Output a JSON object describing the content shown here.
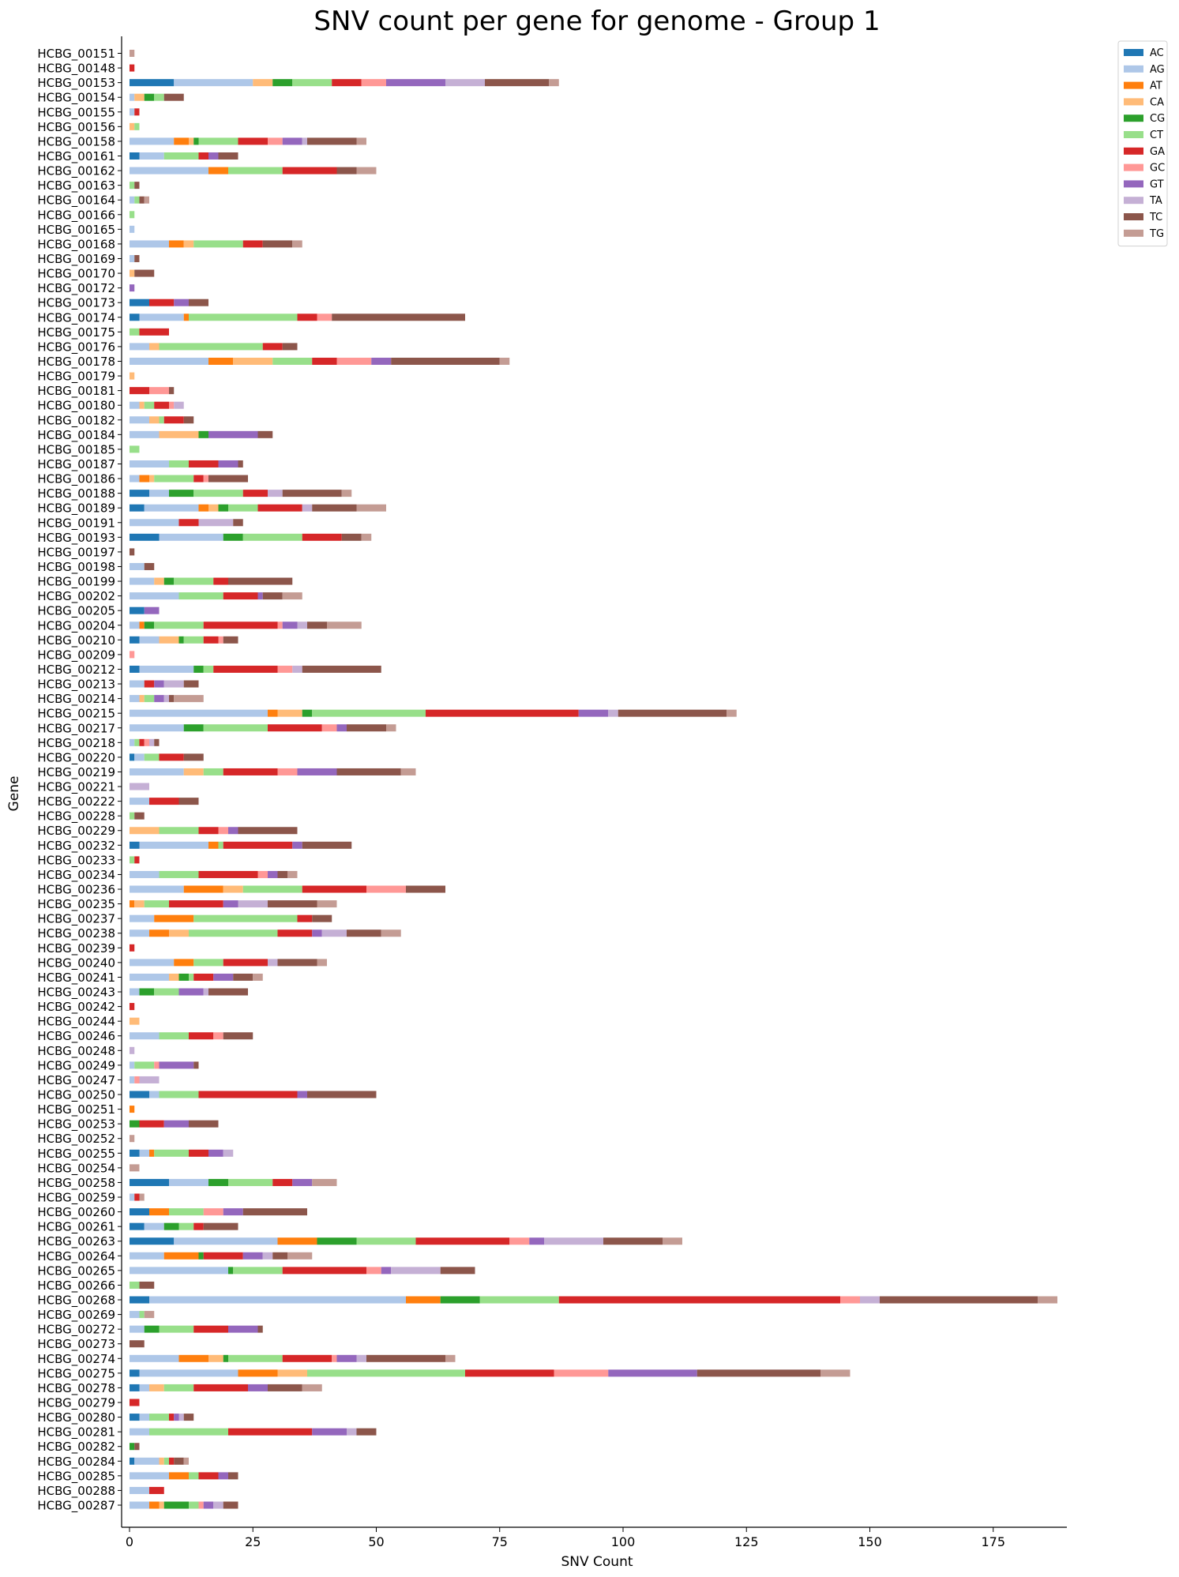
{
  "chart_data": {
    "type": "bar",
    "orientation": "horizontal",
    "stacked": true,
    "title": "SNV count per gene for genome - Group 1",
    "xlabel": "SNV Count",
    "ylabel": "Gene",
    "xlim": [
      -1.5,
      189
    ],
    "xticks": [
      0,
      25,
      50,
      75,
      100,
      125,
      150,
      175
    ],
    "grid": false,
    "legend_position": "top-right-outside",
    "series_order": [
      "AC",
      "AG",
      "AT",
      "CA",
      "CG",
      "CT",
      "GA",
      "GC",
      "GT",
      "TA",
      "TC",
      "TG"
    ],
    "colors": {
      "AC": "#1f77b4",
      "AG": "#aec7e8",
      "AT": "#ff7f0e",
      "CA": "#ffbb78",
      "CG": "#2ca02c",
      "CT": "#98df8a",
      "GA": "#d62728",
      "GC": "#ff9896",
      "GT": "#9467bd",
      "TA": "#c5b0d5",
      "TC": "#8c564b",
      "TG": "#c49c94"
    },
    "genes": [
      {
        "name": "HCBG_00151",
        "counts": {
          "TG": 1
        }
      },
      {
        "name": "HCBG_00148",
        "counts": {
          "GA": 1
        }
      },
      {
        "name": "HCBG_00153",
        "counts": {
          "AC": 9,
          "AG": 16,
          "CA": 4,
          "CG": 4,
          "CT": 8,
          "GA": 6,
          "GC": 5,
          "GT": 12,
          "TA": 8,
          "TC": 13,
          "TG": 2
        }
      },
      {
        "name": "HCBG_00154",
        "counts": {
          "AG": 1,
          "CA": 2,
          "CG": 2,
          "CT": 2,
          "TC": 4
        }
      },
      {
        "name": "HCBG_00155",
        "counts": {
          "AG": 1,
          "GA": 1
        }
      },
      {
        "name": "HCBG_00156",
        "counts": {
          "CA": 1,
          "CT": 1
        }
      },
      {
        "name": "HCBG_00158",
        "counts": {
          "AG": 9,
          "AT": 3,
          "CA": 1,
          "CG": 1,
          "CT": 8,
          "GA": 6,
          "GC": 3,
          "GT": 4,
          "TA": 1,
          "TC": 10,
          "TG": 2
        }
      },
      {
        "name": "HCBG_00161",
        "counts": {
          "AC": 2,
          "AG": 5,
          "CT": 7,
          "GA": 2,
          "GT": 2,
          "TC": 4
        }
      },
      {
        "name": "HCBG_00162",
        "counts": {
          "AG": 16,
          "AT": 4,
          "CT": 11,
          "GA": 11,
          "TC": 4,
          "TG": 4
        }
      },
      {
        "name": "HCBG_00163",
        "counts": {
          "CT": 1,
          "TC": 1
        }
      },
      {
        "name": "HCBG_00164",
        "counts": {
          "AG": 1,
          "CT": 1,
          "TC": 1,
          "TG": 1
        }
      },
      {
        "name": "HCBG_00166",
        "counts": {
          "CT": 1
        }
      },
      {
        "name": "HCBG_00165",
        "counts": {
          "AG": 1
        }
      },
      {
        "name": "HCBG_00168",
        "counts": {
          "AG": 8,
          "AT": 3,
          "CA": 2,
          "CT": 10,
          "GA": 4,
          "TC": 6,
          "TG": 2
        }
      },
      {
        "name": "HCBG_00169",
        "counts": {
          "AG": 1,
          "TC": 1
        }
      },
      {
        "name": "HCBG_00170",
        "counts": {
          "CA": 1,
          "TC": 4
        }
      },
      {
        "name": "HCBG_00172",
        "counts": {
          "GT": 1
        }
      },
      {
        "name": "HCBG_00173",
        "counts": {
          "AC": 4,
          "GA": 5,
          "GT": 3,
          "TC": 4
        }
      },
      {
        "name": "HCBG_00174",
        "counts": {
          "AC": 2,
          "AG": 9,
          "AT": 1,
          "CT": 22,
          "GA": 4,
          "GC": 3,
          "TC": 27
        }
      },
      {
        "name": "HCBG_00175",
        "counts": {
          "CT": 2,
          "GA": 6
        }
      },
      {
        "name": "HCBG_00176",
        "counts": {
          "AG": 4,
          "CA": 2,
          "CT": 21,
          "GA": 4,
          "TC": 3
        }
      },
      {
        "name": "HCBG_00178",
        "counts": {
          "AG": 16,
          "AT": 5,
          "CA": 8,
          "CT": 8,
          "GA": 5,
          "GC": 7,
          "GT": 4,
          "TC": 22,
          "TG": 2
        }
      },
      {
        "name": "HCBG_00179",
        "counts": {
          "CA": 1
        }
      },
      {
        "name": "HCBG_00181",
        "counts": {
          "GA": 4,
          "GC": 4,
          "TC": 1
        }
      },
      {
        "name": "HCBG_00180",
        "counts": {
          "AG": 2,
          "CA": 1,
          "CT": 2,
          "GA": 3,
          "GC": 1,
          "TA": 2
        }
      },
      {
        "name": "HCBG_00182",
        "counts": {
          "AG": 4,
          "CA": 2,
          "CT": 1,
          "GA": 4,
          "TC": 2
        }
      },
      {
        "name": "HCBG_00184",
        "counts": {
          "AG": 6,
          "CA": 8,
          "CG": 2,
          "GT": 10,
          "TC": 3
        }
      },
      {
        "name": "HCBG_00185",
        "counts": {
          "CT": 2
        }
      },
      {
        "name": "HCBG_00187",
        "counts": {
          "AG": 8,
          "CT": 4,
          "GA": 6,
          "GT": 4,
          "TC": 1
        }
      },
      {
        "name": "HCBG_00186",
        "counts": {
          "AG": 2,
          "AT": 2,
          "CA": 1,
          "CT": 8,
          "GA": 2,
          "GC": 1,
          "TC": 8
        }
      },
      {
        "name": "HCBG_00188",
        "counts": {
          "AC": 4,
          "AG": 4,
          "CG": 5,
          "CT": 10,
          "GA": 5,
          "TA": 3,
          "TC": 12,
          "TG": 2
        }
      },
      {
        "name": "HCBG_00189",
        "counts": {
          "AC": 3,
          "AG": 11,
          "AT": 2,
          "CA": 2,
          "CG": 2,
          "CT": 6,
          "GA": 9,
          "TA": 2,
          "TC": 9,
          "TG": 6
        }
      },
      {
        "name": "HCBG_00191",
        "counts": {
          "AG": 10,
          "GA": 4,
          "TA": 7,
          "TC": 2
        }
      },
      {
        "name": "HCBG_00193",
        "counts": {
          "AC": 6,
          "AG": 13,
          "CG": 4,
          "CT": 12,
          "GA": 8,
          "TC": 4,
          "TG": 2
        }
      },
      {
        "name": "HCBG_00197",
        "counts": {
          "TC": 1
        }
      },
      {
        "name": "HCBG_00198",
        "counts": {
          "AG": 3,
          "TC": 2
        }
      },
      {
        "name": "HCBG_00199",
        "counts": {
          "AG": 5,
          "CA": 2,
          "CG": 2,
          "CT": 8,
          "GA": 3,
          "TC": 13
        }
      },
      {
        "name": "HCBG_00202",
        "counts": {
          "AG": 10,
          "CT": 9,
          "GA": 7,
          "GT": 1,
          "TC": 4,
          "TG": 4
        }
      },
      {
        "name": "HCBG_00205",
        "counts": {
          "AC": 3,
          "GT": 3
        }
      },
      {
        "name": "HCBG_00204",
        "counts": {
          "AG": 2,
          "AT": 1,
          "CG": 2,
          "CT": 10,
          "GA": 15,
          "GC": 1,
          "GT": 3,
          "TA": 2,
          "TC": 4,
          "TG": 7
        }
      },
      {
        "name": "HCBG_00210",
        "counts": {
          "AC": 2,
          "AG": 4,
          "CA": 4,
          "CG": 1,
          "CT": 4,
          "GA": 3,
          "GC": 1,
          "TC": 3
        }
      },
      {
        "name": "HCBG_00209",
        "counts": {
          "GC": 1
        }
      },
      {
        "name": "HCBG_00212",
        "counts": {
          "AC": 2,
          "AG": 11,
          "CG": 2,
          "CT": 2,
          "GA": 13,
          "GC": 3,
          "TA": 2,
          "TC": 16
        }
      },
      {
        "name": "HCBG_00213",
        "counts": {
          "AG": 3,
          "GA": 2,
          "GT": 2,
          "TA": 4,
          "TC": 3
        }
      },
      {
        "name": "HCBG_00214",
        "counts": {
          "AG": 2,
          "CA": 1,
          "CT": 2,
          "GT": 2,
          "TA": 1,
          "TC": 1,
          "TG": 6
        }
      },
      {
        "name": "HCBG_00215",
        "counts": {
          "AG": 28,
          "AT": 2,
          "CA": 5,
          "CG": 2,
          "CT": 23,
          "GA": 31,
          "GT": 6,
          "TA": 2,
          "TC": 22,
          "TG": 2
        }
      },
      {
        "name": "HCBG_00217",
        "counts": {
          "AG": 11,
          "CG": 4,
          "CT": 13,
          "GA": 11,
          "GC": 3,
          "GT": 2,
          "TC": 8,
          "TG": 2
        }
      },
      {
        "name": "HCBG_00218",
        "counts": {
          "AG": 1,
          "CT": 1,
          "GA": 1,
          "GC": 1,
          "TA": 1,
          "TC": 1
        }
      },
      {
        "name": "HCBG_00220",
        "counts": {
          "AC": 1,
          "AG": 2,
          "CT": 3,
          "GA": 5,
          "TC": 4
        }
      },
      {
        "name": "HCBG_00219",
        "counts": {
          "AG": 11,
          "CA": 4,
          "CT": 4,
          "GA": 11,
          "GC": 4,
          "GT": 8,
          "TC": 13,
          "TG": 3
        }
      },
      {
        "name": "HCBG_00221",
        "counts": {
          "TA": 4
        }
      },
      {
        "name": "HCBG_00222",
        "counts": {
          "AG": 4,
          "GA": 6,
          "TC": 4
        }
      },
      {
        "name": "HCBG_00228",
        "counts": {
          "CT": 1,
          "TC": 2
        }
      },
      {
        "name": "HCBG_00229",
        "counts": {
          "CA": 6,
          "CT": 8,
          "GA": 4,
          "GC": 2,
          "GT": 2,
          "TC": 12
        }
      },
      {
        "name": "HCBG_00232",
        "counts": {
          "AC": 2,
          "AG": 14,
          "AT": 2,
          "CT": 1,
          "GA": 14,
          "GT": 2,
          "TC": 10
        }
      },
      {
        "name": "HCBG_00233",
        "counts": {
          "CT": 1,
          "GA": 1
        }
      },
      {
        "name": "HCBG_00234",
        "counts": {
          "AG": 6,
          "CT": 8,
          "GA": 12,
          "GC": 2,
          "GT": 2,
          "TC": 2,
          "TG": 2
        }
      },
      {
        "name": "HCBG_00236",
        "counts": {
          "AG": 11,
          "AT": 8,
          "CA": 4,
          "CT": 12,
          "GA": 13,
          "GC": 8,
          "TC": 8
        }
      },
      {
        "name": "HCBG_00235",
        "counts": {
          "AT": 1,
          "CA": 2,
          "CT": 5,
          "GA": 11,
          "GT": 3,
          "TA": 6,
          "TC": 10,
          "TG": 4
        }
      },
      {
        "name": "HCBG_00237",
        "counts": {
          "AG": 5,
          "AT": 8,
          "CT": 21,
          "GA": 3,
          "TC": 4
        }
      },
      {
        "name": "HCBG_00238",
        "counts": {
          "AG": 4,
          "AT": 4,
          "CA": 4,
          "CT": 18,
          "GA": 7,
          "GT": 2,
          "TA": 5,
          "TC": 7,
          "TG": 4
        }
      },
      {
        "name": "HCBG_00239",
        "counts": {
          "GA": 1
        }
      },
      {
        "name": "HCBG_00240",
        "counts": {
          "AG": 9,
          "AT": 4,
          "CT": 6,
          "GA": 9,
          "TA": 2,
          "TC": 8,
          "TG": 2
        }
      },
      {
        "name": "HCBG_00241",
        "counts": {
          "AG": 8,
          "CA": 2,
          "CG": 2,
          "CT": 1,
          "GA": 4,
          "GT": 4,
          "TC": 4,
          "TG": 2
        }
      },
      {
        "name": "HCBG_00243",
        "counts": {
          "AG": 2,
          "CG": 3,
          "CT": 5,
          "GT": 5,
          "TA": 1,
          "TC": 8
        }
      },
      {
        "name": "HCBG_00242",
        "counts": {
          "GA": 1
        }
      },
      {
        "name": "HCBG_00244",
        "counts": {
          "CA": 2
        }
      },
      {
        "name": "HCBG_00246",
        "counts": {
          "AG": 6,
          "CT": 6,
          "GA": 5,
          "GC": 2,
          "TC": 6
        }
      },
      {
        "name": "HCBG_00248",
        "counts": {
          "TA": 1
        }
      },
      {
        "name": "HCBG_00249",
        "counts": {
          "AG": 1,
          "CT": 4,
          "GC": 1,
          "GT": 7,
          "TC": 1
        }
      },
      {
        "name": "HCBG_00247",
        "counts": {
          "AG": 1,
          "GC": 1,
          "TA": 4
        }
      },
      {
        "name": "HCBG_00250",
        "counts": {
          "AC": 4,
          "AG": 2,
          "CT": 8,
          "GA": 20,
          "GT": 2,
          "TC": 14
        }
      },
      {
        "name": "HCBG_00251",
        "counts": {
          "AT": 1
        }
      },
      {
        "name": "HCBG_00253",
        "counts": {
          "CG": 2,
          "GA": 5,
          "GT": 5,
          "TC": 6
        }
      },
      {
        "name": "HCBG_00252",
        "counts": {
          "TG": 1
        }
      },
      {
        "name": "HCBG_00255",
        "counts": {
          "AC": 2,
          "AG": 2,
          "AT": 1,
          "CT": 7,
          "GA": 4,
          "GT": 3,
          "TA": 2
        }
      },
      {
        "name": "HCBG_00254",
        "counts": {
          "TG": 2
        }
      },
      {
        "name": "HCBG_00258",
        "counts": {
          "AC": 8,
          "AG": 8,
          "CG": 4,
          "CT": 9,
          "GA": 4,
          "GT": 4,
          "TG": 5
        }
      },
      {
        "name": "HCBG_00259",
        "counts": {
          "AG": 1,
          "GA": 1,
          "TG": 1
        }
      },
      {
        "name": "HCBG_00260",
        "counts": {
          "AC": 4,
          "AT": 4,
          "CT": 7,
          "GC": 4,
          "GT": 4,
          "TC": 13
        }
      },
      {
        "name": "HCBG_00261",
        "counts": {
          "AC": 3,
          "AG": 4,
          "CG": 3,
          "CT": 3,
          "GA": 2,
          "TC": 7
        }
      },
      {
        "name": "HCBG_00263",
        "counts": {
          "AC": 9,
          "AG": 21,
          "AT": 8,
          "CG": 8,
          "CT": 12,
          "GA": 19,
          "GC": 4,
          "GT": 3,
          "TA": 12,
          "TC": 12,
          "TG": 4
        }
      },
      {
        "name": "HCBG_00264",
        "counts": {
          "AG": 7,
          "AT": 7,
          "CG": 1,
          "GA": 8,
          "GT": 4,
          "TA": 2,
          "TC": 3,
          "TG": 5
        }
      },
      {
        "name": "HCBG_00265",
        "counts": {
          "AG": 20,
          "CG": 1,
          "CT": 10,
          "GA": 17,
          "GC": 3,
          "GT": 2,
          "TA": 10,
          "TC": 7
        }
      },
      {
        "name": "HCBG_00266",
        "counts": {
          "CT": 2,
          "TC": 3
        }
      },
      {
        "name": "HCBG_00268",
        "counts": {
          "AC": 4,
          "AG": 52,
          "AT": 7,
          "CG": 8,
          "CT": 16,
          "GA": 57,
          "GC": 4,
          "TA": 4,
          "TC": 32,
          "TG": 4
        }
      },
      {
        "name": "HCBG_00269",
        "counts": {
          "AG": 2,
          "CT": 1,
          "TG": 2
        }
      },
      {
        "name": "HCBG_00272",
        "counts": {
          "AG": 3,
          "CG": 3,
          "CT": 7,
          "GA": 7,
          "GT": 6,
          "TC": 1
        }
      },
      {
        "name": "HCBG_00273",
        "counts": {
          "TC": 3
        }
      },
      {
        "name": "HCBG_00274",
        "counts": {
          "AG": 10,
          "AT": 6,
          "CA": 3,
          "CG": 1,
          "CT": 11,
          "GA": 10,
          "GC": 1,
          "GT": 4,
          "TA": 2,
          "TC": 16,
          "TG": 2
        }
      },
      {
        "name": "HCBG_00275",
        "counts": {
          "AC": 2,
          "AG": 20,
          "AT": 8,
          "CA": 6,
          "CT": 32,
          "GA": 18,
          "GC": 11,
          "GT": 18,
          "TC": 25,
          "TG": 6
        }
      },
      {
        "name": "HCBG_00278",
        "counts": {
          "AC": 2,
          "AG": 2,
          "CA": 3,
          "CT": 6,
          "GA": 11,
          "GT": 4,
          "TC": 7,
          "TG": 4
        }
      },
      {
        "name": "HCBG_00279",
        "counts": {
          "GA": 2
        }
      },
      {
        "name": "HCBG_00280",
        "counts": {
          "AC": 2,
          "AG": 2,
          "CT": 4,
          "GA": 1,
          "GT": 1,
          "TA": 1,
          "TC": 2
        }
      },
      {
        "name": "HCBG_00281",
        "counts": {
          "AG": 4,
          "CT": 16,
          "GA": 17,
          "GT": 7,
          "TA": 2,
          "TC": 4
        }
      },
      {
        "name": "HCBG_00282",
        "counts": {
          "CG": 1,
          "TC": 1
        }
      },
      {
        "name": "HCBG_00284",
        "counts": {
          "AC": 1,
          "AG": 5,
          "CA": 1,
          "CT": 1,
          "GA": 1,
          "TC": 2,
          "TG": 1
        }
      },
      {
        "name": "HCBG_00285",
        "counts": {
          "AG": 8,
          "AT": 4,
          "CT": 2,
          "GA": 4,
          "GT": 2,
          "TC": 2
        }
      },
      {
        "name": "HCBG_00288",
        "counts": {
          "AG": 4,
          "GA": 3
        }
      },
      {
        "name": "HCBG_00287",
        "counts": {
          "AG": 4,
          "AT": 2,
          "CA": 1,
          "CG": 5,
          "CT": 2,
          "GC": 1,
          "GT": 2,
          "TA": 2,
          "TC": 3
        }
      }
    ]
  }
}
